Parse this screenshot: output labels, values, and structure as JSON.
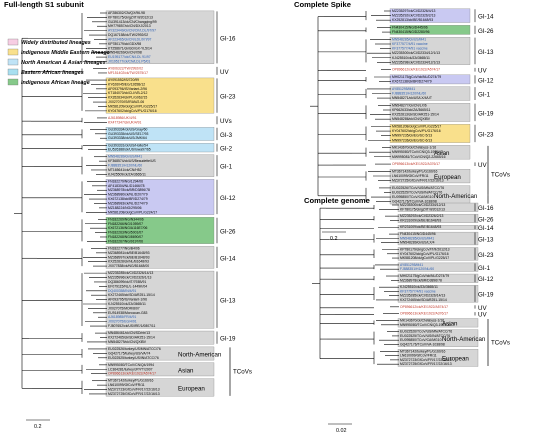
{
  "colors": {
    "widely_distributed": "#f7cde3",
    "middle_eastern": "#f9e08c",
    "north_american_asian": "#bfe3f6",
    "african": "#a8dff0",
    "indigenous_african": "#86c98a",
    "grey_box": "#d6d6d6",
    "purple_box": "#c9c9f2",
    "uv_red": "#c0392b",
    "tcov_red": "#c0392b",
    "vaccine_blue": "#2c5fb3"
  },
  "legend": [
    {
      "label": "Widely distributed lineages",
      "color_key": "widely_distributed"
    },
    {
      "label": "Indigenous Middle Eastern lineage",
      "color_key": "middle_eastern"
    },
    {
      "label": "North American & Asian lineages",
      "color_key": "north_american_asian"
    },
    {
      "label": "Eastern African lineages",
      "color_key": "african"
    },
    {
      "label": "Indigenous African lineage",
      "color_key": "indigenous_african"
    }
  ],
  "panels": [
    {
      "id": "s1",
      "title": "Full-length S1 subunit",
      "scale_label": "0.2",
      "groups": [
        {
          "label": "GI-16",
          "color_key": "grey_box",
          "leaves": [
            "AF286302/CN/QX/96-98",
            "KF780175/ck/gZ/IT/II/2012/13",
            "GU391413/ck/CN/Changqing/99",
            "MH779857/ck/CN/DXJ/2013",
            "AY323449/ck/CN/CK/LDL/97/97",
            "DQ167158/ck/TW/2992/02",
            "AF223465/ck/CN/LDL/97I/97",
            "KP780179/ck/GDX/98",
            "KT258671/ck/GD/GX-YL5/14",
            "MN548269/ck/CN/X98",
            "EU195177/ck/CN/LDL 91/97",
            "JX195177/ck/CN/LDL P5/01"
          ]
        },
        {
          "label": "UV",
          "color_key": "uv_red",
          "leaves": [
            "AY606322/TW/2992/02",
            "MF151402/ck/TW/2575/17"
          ]
        },
        {
          "label": "GI-23",
          "color_key": "middle_eastern",
          "leaves": [
            "AY091552/IS/720/99",
            "KY626045/EG/1265B/12",
            "AF093796/IS/Variant-2/96",
            "KT184070/ck/CLI/VB-2/12",
            "KX352834/ck/PL/G062/15",
            "JX027070/IS/IRAN/2-06",
            "MK581209/ck/gCoV/PL/G225/17",
            "KY047602/ck/gCoV/PL/G176/16"
          ]
        },
        {
          "label": "UVs",
          "color_key": "uv_red",
          "leaves": [
            "AJ618986/UK/4/91",
            "KX477347/ck/UK/4/91"
          ]
        },
        {
          "label": "GI-3",
          "color_key": "north_american_asian",
          "leaves": [
            "GU393334/ck/US/Gray/60",
            "GU393335/ck/US/SE17/93",
            "GU393338/ck/US/JMK/64"
          ]
        },
        {
          "label": "GI-2",
          "color_key": "north_american_asian",
          "leaves": [
            "GU393331/ck/US/Holte/54",
            "EU526388/ck/US/Iowa97/65"
          ]
        },
        {
          "label": "GI-1",
          "color_key": "grey_box",
          "leaves": [
            "MN548289/ck/US/M41",
            "KF368574/ck/US/Beaudette/US",
            "FJ888351/H120/NL/60",
            "MT165641/ck/CN/H52",
            "KJ425509/ck/ZA/3665/11"
          ]
        },
        {
          "label": "GI-12",
          "color_key": "purple_box",
          "leaves": [
            "FN182279/NG/1294/06",
            "AF418304/NL/D1466/78",
            "MZ368978/ck/BR/D3896/78",
            "MZ368980/ck/NL/D207/79",
            "KX672138/ck/BR/D274/79",
            "MZ368983/ck/NL/D274/79",
            "MZ188224/NG/295/06",
            "MK581208/ck/gCoV/PL/G224/17"
          ]
        },
        {
          "label": "GI-26",
          "color_key": "indigenous_african",
          "leaves": [
            "FN182269/NG/N344/06",
            "FN182266/NG/1059/07",
            "KX672136/NG/A116E7/06",
            "FN182263/NG/5001/07",
            "FN182268/NG/8690/07",
            "FN182267/NG/9197/06"
          ]
        },
        {
          "label": "GI-14",
          "color_key": "grey_box",
          "leaves": [
            "FN182277/NG/B4/06",
            "MZ368981/ck/BE/B1648/93",
            "MZ368997/ck/BE/B1648/93",
            "KX252828/ck/NL/B1648/93",
            "JX077838/ck/NG/B1648/00"
          ]
        },
        {
          "label": "GI-13",
          "color_key": "grey_box",
          "leaves": [
            "MZ235285/ck/CI/D2326/14/13",
            "MZ235996/ck/CI/D2326/1/13",
            "DQ386099/ck/IT/793B/91",
            "EF079115/NL/L-1449K/04",
            "DQ400358/IN/4/91",
            "KX272465/ck/SD/AR251-15/14",
            "AF093795/IS/Variant-1/96",
            "KJ425510/ck/ZA/3665/11",
            "JX027075/MOR/8/07",
            "EU914938/Moroccan-G83",
            "AJ618985/FR/4/91",
            "JX027075/EG/4/91",
            "FJ807652/ck/US/IRE/1/0807/11"
          ]
        },
        {
          "label": "GI-19",
          "color_key": "grey_box",
          "leaves": [
            "MN486461/ck/CN/SD/ntr/13",
            "KX272465/ck/SD/AR251-15/14",
            "MN548279/ck/CN/QXIBV"
          ]
        },
        {
          "label": "North-American",
          "color_key": "grey_box",
          "leaves": [
            "EU022526/turkey/US/MN/ATCC/76",
            "GQ427175/turkey/US/VA/74",
            "EU022525/turkey/US/IN/ATCC/76"
          ]
        },
        {
          "label": "Asian",
          "color_key": "grey_box",
          "leaves": [
            "MN995080/TCoV/CN/Q4/1994",
            "LC364281/turkey/JP/YT/2007",
            "OP896613/ck/KE/1922/A574/17"
          ]
        },
        {
          "label": "European",
          "color_key": "grey_box",
          "leaves": [
            "MT367142/turkey/PL/G160/16",
            "LN610099/GfCoV/FR/11",
            "MZ372723/GfCoV/FR/17/22/16/13",
            "MZ372725/GfCoV/FR/17/22/16/13"
          ]
        }
      ],
      "bracket_label": "TCoVs"
    },
    {
      "id": "spike",
      "title": "Complete Spike",
      "scale_label": "0.2",
      "groups": [
        {
          "label": "GI-14",
          "color_key": "purple_box",
          "leaves": [
            "MZ235297/ck/CI/D2326/4/13",
            "MZ235292/ck/CI/D2326/2/13",
            "KX252813/ck/BE/B1648/93"
          ]
        },
        {
          "label": "GI-26",
          "color_key": "indigenous_african",
          "leaves": [
            "FN430415/NG/D445/96",
            "FN430415/NG/D2280/96"
          ]
        },
        {
          "label": "GI-13",
          "color_key": "grey_box",
          "leaves": [
            "MN548285/ck/US/M41",
            "KF377577/4/91 vaccine",
            "KF377577/4/91 vaccine",
            "MZ235300/ck/CI/D2334/12/1/13",
            "KJ425510/ck/ZA/3665/11",
            "MZ235298/ck/CI/D2334/12/1/13"
          ]
        },
        {
          "label": "UV",
          "color_key": "uv_red",
          "leaves": [
            "OP896612/ck/KE/1922/A574/17"
          ]
        },
        {
          "label": "GI-12",
          "color_key": "purple_box",
          "leaves": [
            "MH021175/gCoV/ck/NL/D274/79",
            "KX672138/ck/BR/D274/79"
          ]
        },
        {
          "label": "GI-1",
          "color_key": "grey_box",
          "leaves": [
            "AY851295/M41",
            "FJ888351/H120/NL/60",
            "MN548271/ck/US/LX/4/UT"
          ]
        },
        {
          "label": "GI-19",
          "color_key": "grey_box",
          "leaves": [
            "MN548277/ck/CN/LX/6",
            "KP662633/ck/ZA/3665/11",
            "KX252813/ck/SD/AR251-15/14",
            "MN548286/ck/CN/QXIBV"
          ]
        },
        {
          "label": "GI-23",
          "color_key": "middle_eastern",
          "leaves": [
            "MK581208/ck/gCoV/PL/G225/17",
            "KY047602/ck/gCoV/PL/G176/16",
            "MN997235/ck/EG/SC-5/13",
            "MN997236/ck/EG/SC-6/13"
          ]
        },
        {
          "label": "Asian",
          "color_key": "grey_box",
          "leaves": [
            "MK143670/ck/CN/abyss-1/16",
            "MN995080/TCoV/CN/Q3-1994/13",
            "MW995081/TCoV/CN/Q2-22665/16"
          ]
        },
        {
          "label": "UV",
          "color_key": "uv_red",
          "leaves": [
            "OP896613/ck/KE/1922/A376/17"
          ]
        },
        {
          "label": "European",
          "color_key": "grey_box",
          "leaves": [
            "MT367142/turkey/PL/G160/16",
            "LN610099/GfCoV/FR/11",
            "MZ372725/GfCoV/FR/17/22/16/13"
          ]
        },
        {
          "label": "North-American",
          "color_key": "grey_box",
          "leaves": [
            "EU022526/TCoV/US/MN/ATCC/76",
            "EU022525/TCoV/US/IN/ATCC/76",
            "EU095850/TCoV/CA/MG10",
            "GQ427176/TCoV/VA-1038/98"
          ]
        }
      ],
      "bracket_label": "TCoVs"
    },
    {
      "id": "genome",
      "title": "Complete genome",
      "scale_label": "0.02",
      "groups": [
        {
          "label": "GI-16",
          "color_key": "grey_box",
          "leaves": [
            "MZ235300/ck/CI/D2334/12/13",
            "KF780175/ck/gZ/IT/II/2012/13"
          ]
        },
        {
          "label": "GI-26",
          "color_key": "grey_box",
          "leaves": [
            "MZ235292/ck/CI/D2326/2/13",
            "KR231009/ck/BE/B1648/93"
          ]
        },
        {
          "label": "GI-14",
          "color_key": "grey_box",
          "leaves": [
            "KR231009/ck/BE/B1648/93"
          ]
        },
        {
          "label": "GI-13",
          "color_key": "grey_box",
          "leaves": [
            "FN430415/NG/D445/96",
            "MN548285/ck/US/M41",
            "MN548289/ck/US/LX/4"
          ]
        },
        {
          "label": "GI-23",
          "color_key": "grey_box",
          "leaves": [
            "KP780179/ck/gCoV/IT/II/2012/13",
            "KY047602/ck/gCoV/PL/G176/16",
            "MK581208/ck/gCoV/PL/G225/17"
          ]
        },
        {
          "label": "GI-1",
          "color_key": "grey_box",
          "leaves": [
            "AY851295/M41",
            "FJ888351/H120/NL/60"
          ]
        },
        {
          "label": "GI-12",
          "color_key": "grey_box",
          "leaves": [
            "MH021175/gCoV/ck/NL/D274/79",
            "MZ368978/ck/BR/D3896/78"
          ]
        },
        {
          "label": "GI-19",
          "color_key": "grey_box",
          "leaves": [
            "KJ425510/ck/ZA/3665/11",
            "KF377577/4/91 vaccine",
            "MZ235285/ck/CI/D2326/14/13",
            "KX272465/ck/SD/AR251-15/14"
          ]
        },
        {
          "label": "UV",
          "color_key": "uv_red",
          "leaves": [
            "OP896612/ck/KE/1922/A574/17"
          ]
        },
        {
          "label": "UV",
          "color_key": "uv_red",
          "leaves": [
            "OP896613/ck/KE/1922/A376/17"
          ]
        },
        {
          "label": "Asian",
          "color_key": "grey_box",
          "leaves": [
            "MK143670/ck/CN/abyss-1/16",
            "MN995080/TCoV/CN/Q3-1994/13"
          ]
        },
        {
          "label": "North-American",
          "color_key": "grey_box",
          "leaves": [
            "EU022526/TCoV/US/MN/ATCC/76",
            "EU022525/TCoV/US/IN/ATCC/76",
            "EU095850/TCoV/CA/MG10",
            "GQ427176/TCoV/VA-1038/98"
          ]
        },
        {
          "label": "European",
          "color_key": "grey_box",
          "leaves": [
            "MT367142/turkey/PL/G160/16",
            "LN610099/GfCoV/FR/11",
            "MZ372723/GfCoV/FR/17/22/16/13",
            "MZ372725/GfCoV/FR/17/22/16/13"
          ]
        }
      ],
      "bracket_label": "TCoVs"
    }
  ]
}
